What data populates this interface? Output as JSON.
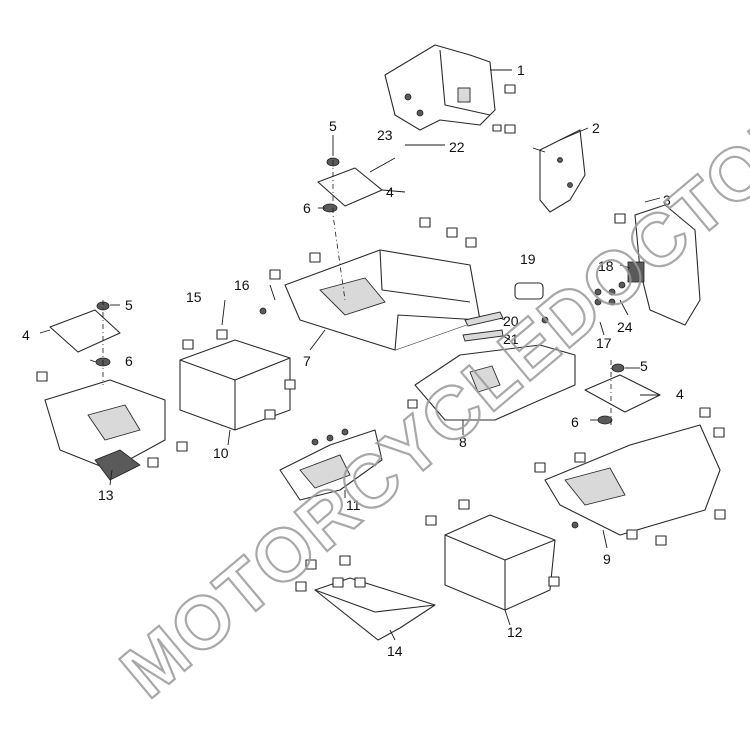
{
  "watermark": "MOTORCYCLEDOCTOR",
  "callouts": [
    "1",
    "2",
    "3",
    "4",
    "5",
    "6",
    "7",
    "8",
    "9",
    "10",
    "11",
    "12",
    "13",
    "14",
    "15",
    "16",
    "17",
    "18",
    "19",
    "20",
    "21",
    "22",
    "23",
    "24"
  ]
}
